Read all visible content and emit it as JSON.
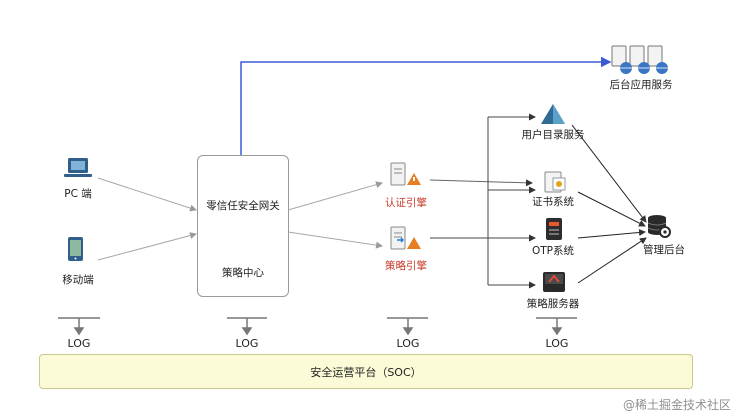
{
  "nodes": {
    "pc": "PC 端",
    "mobile": "移动端",
    "gateway": "零信任安全网关",
    "policy_center": "策略中心",
    "auth_engine": "认证引擎",
    "policy_engine": "策略引擎",
    "backend_app": "后台应用服务",
    "user_dir": "用户目录服务",
    "cert": "证书系统",
    "otp": "OTP系统",
    "policy_server": "策略服务器",
    "mgmt": "管理后台"
  },
  "log_label": "LOG",
  "soc_label": "安全运营平台（SOC）",
  "watermark": "@稀土掘金技术社区",
  "colors": {
    "gateway_line": "#3b5bd6",
    "accent_red": "#c63a2a",
    "soc_fill": "#fbfbd8"
  }
}
